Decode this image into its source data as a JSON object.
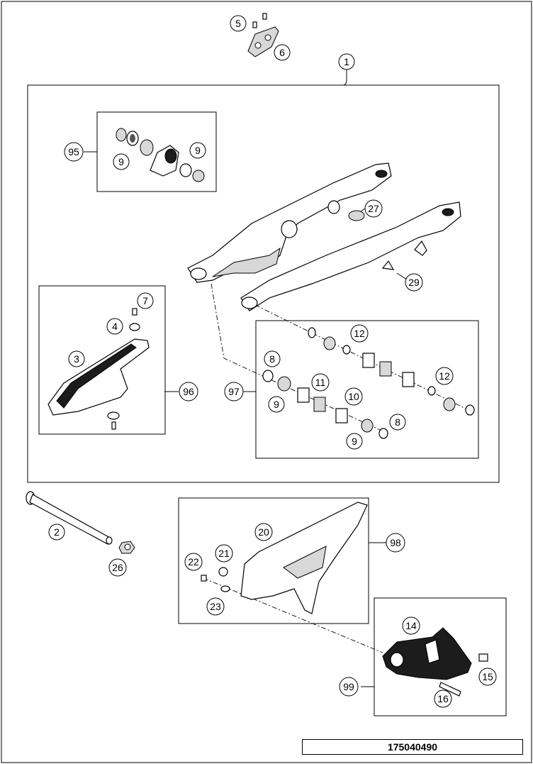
{
  "diagram_code": "175040490",
  "callouts": {
    "c1": "1",
    "c2": "2",
    "c3": "3",
    "c4": "4",
    "c5": "5",
    "c6": "6",
    "c7": "7",
    "c8a": "8",
    "c8b": "8",
    "c9a": "9",
    "c9b": "9",
    "c9c": "9",
    "c9d": "9",
    "c10": "10",
    "c11": "11",
    "c12a": "12",
    "c12b": "12",
    "c14": "14",
    "c15": "15",
    "c16": "16",
    "c20": "20",
    "c21": "21",
    "c22": "22",
    "c23": "23",
    "c26": "26",
    "c27": "27",
    "c29": "29",
    "c95": "95",
    "c96": "96",
    "c97": "97",
    "c98": "98",
    "c99": "99"
  },
  "icons": [
    "swingarm",
    "chain-guide",
    "chain-sliding-guard",
    "pivot-bolt",
    "nut",
    "bearing",
    "bushing",
    "seal-ring",
    "screw",
    "washer"
  ]
}
